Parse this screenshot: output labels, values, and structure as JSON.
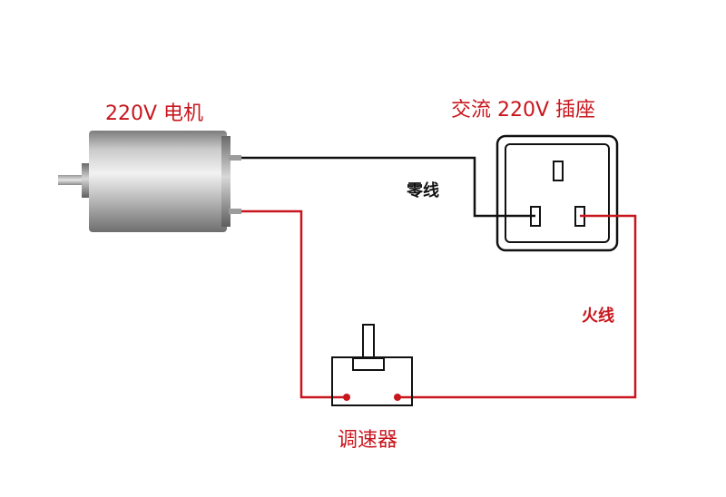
{
  "labels": {
    "motor": "220V 电机",
    "socket": "交流 220V 插座",
    "neutral_wire": "零线",
    "live_wire": "火线",
    "speed_controller": "调速器"
  },
  "colors": {
    "live_wire": "#c8161d",
    "neutral_wire": "#111111",
    "label_red": "#c8161d"
  }
}
